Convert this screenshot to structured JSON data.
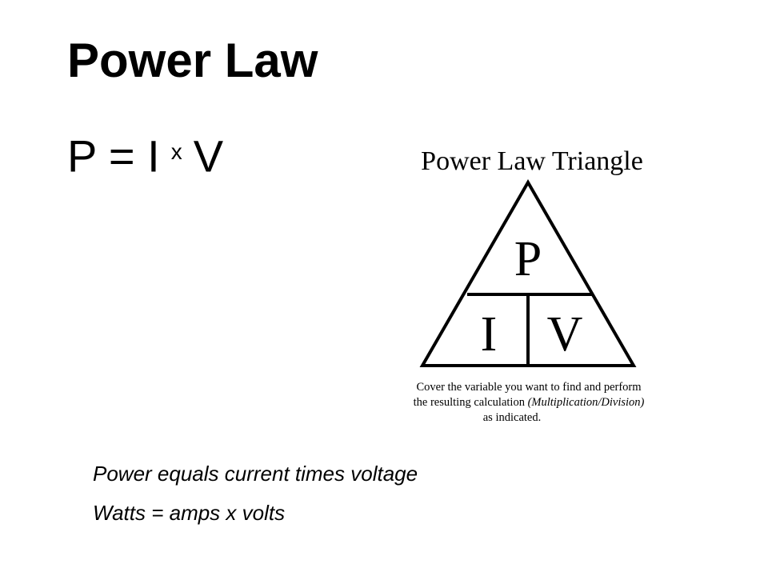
{
  "slide": {
    "title": "Power Law",
    "formula": {
      "left": "P = I",
      "operator": "x",
      "right": "V"
    },
    "captions": [
      "Power equals current times voltage",
      "Watts = amps x volts"
    ]
  },
  "diagram": {
    "heading": "Power Law Triangle",
    "top_cell": "P",
    "bottom_left_cell": "I",
    "bottom_right_cell": "V",
    "note_line_1": "Cover the variable you want to find and perform",
    "note_line_2_plain": "the resulting calculation ",
    "note_line_2_italic": "(Multiplication/Division)",
    "note_line_3": "as indicated."
  }
}
